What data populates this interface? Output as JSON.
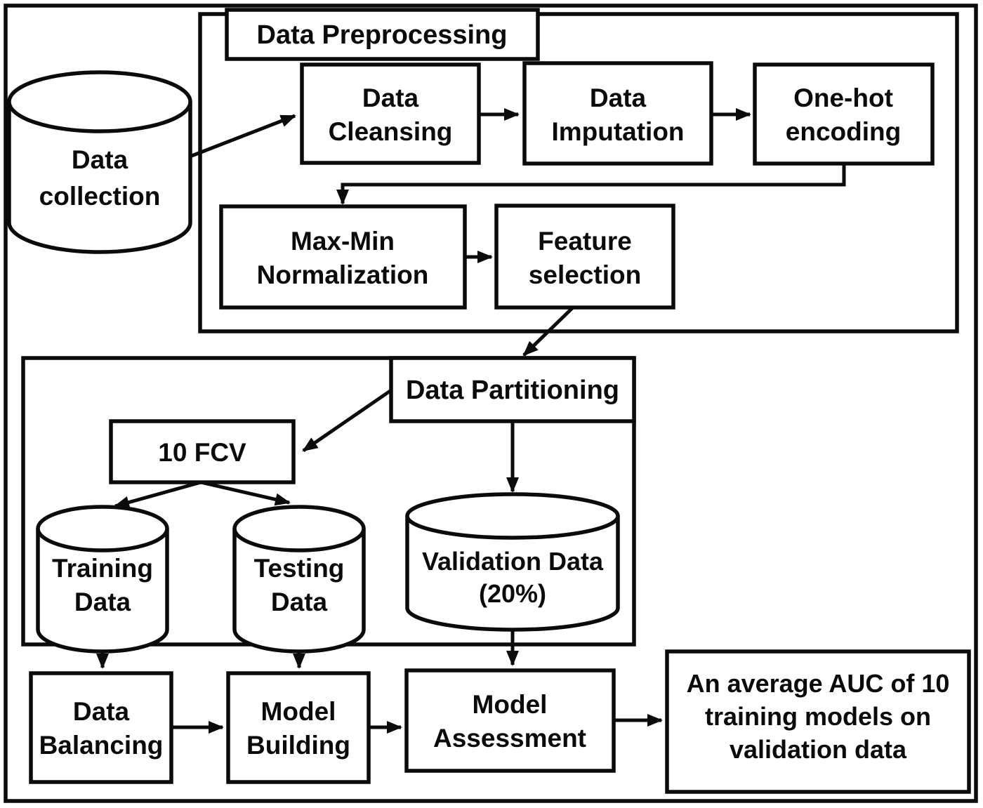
{
  "figure": {
    "type": "flowchart",
    "background_color": "#ffffff",
    "stroke_color": "#0b0b0b",
    "text_color": "#0b0b0b"
  },
  "containers": {
    "preprocessing": {
      "label": "Data Preprocessing"
    },
    "partitioning": {
      "label": "Data Partitioning"
    }
  },
  "nodes": {
    "collection": {
      "shape": "database-cylinder",
      "line1": "Data",
      "line2": "collection"
    },
    "cleansing": {
      "shape": "box",
      "line1": "Data",
      "line2": "Cleansing"
    },
    "imputation": {
      "shape": "box",
      "line1": "Data",
      "line2": "Imputation"
    },
    "onehot": {
      "shape": "box",
      "line1": "One-hot",
      "line2": "encoding"
    },
    "maxmin": {
      "shape": "box",
      "line1": "Max-Min",
      "line2": "Normalization"
    },
    "feature": {
      "shape": "box",
      "line1": "Feature",
      "line2": "selection"
    },
    "fcv": {
      "shape": "box",
      "line1": "10 FCV"
    },
    "training": {
      "shape": "database-cylinder",
      "line1": "Training",
      "line2": "Data"
    },
    "testing": {
      "shape": "database-cylinder",
      "line1": "Testing",
      "line2": "Data"
    },
    "validation": {
      "shape": "database-cylinder",
      "line1": "Validation Data",
      "line2": "(20%)"
    },
    "balancing": {
      "shape": "box",
      "line1": "Data",
      "line2": "Balancing"
    },
    "building": {
      "shape": "box",
      "line1": "Model",
      "line2": "Building"
    },
    "assessment": {
      "shape": "box",
      "line1": "Model",
      "line2": "Assessment"
    },
    "auc": {
      "shape": "box",
      "line1": "An average AUC of 10",
      "line2": "training models on",
      "line3": "validation data"
    }
  },
  "edges": [
    "Data collection -> Data Cleansing",
    "Data Cleansing -> Data Imputation",
    "Data Imputation -> One-hot encoding",
    "One-hot encoding -> Max-Min Normalization",
    "Max-Min Normalization -> Feature selection",
    "Feature selection -> Data Partitioning",
    "Data Partitioning -> 10 FCV",
    "Data Partitioning -> Validation Data (20%)",
    "10 FCV -> Training Data",
    "10 FCV -> Testing Data",
    "Training Data -> Data Balancing",
    "Testing Data -> Model Building",
    "Validation Data (20%) -> Model Assessment",
    "Data Balancing -> Model Building",
    "Model Building -> Model Assessment",
    "Model Assessment -> An average AUC of 10 training models on validation data"
  ]
}
